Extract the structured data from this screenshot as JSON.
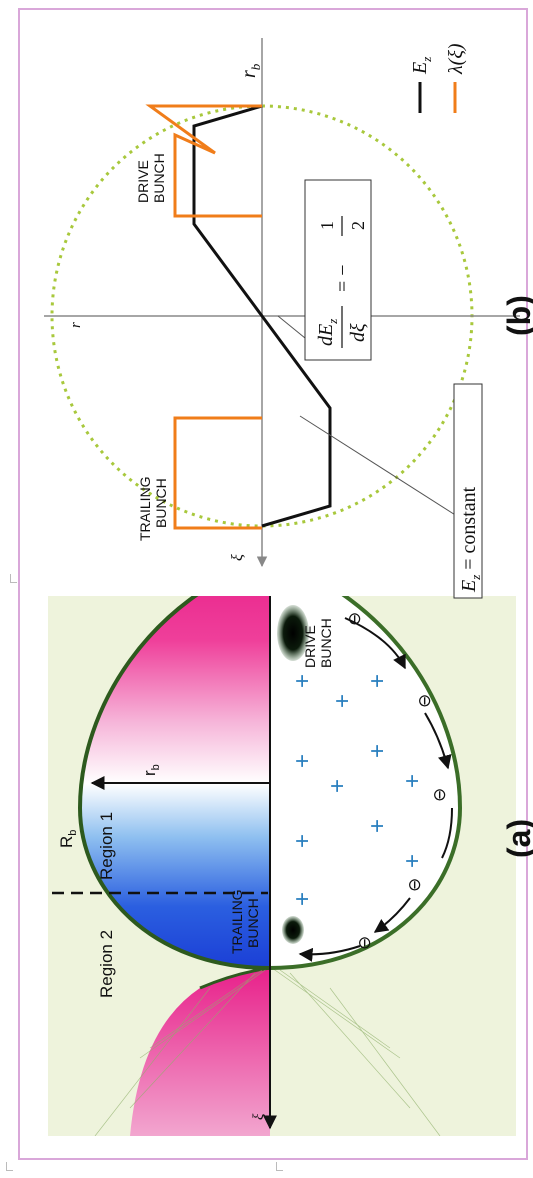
{
  "panel_a": {
    "caption": "(a)",
    "xi_label": "ξ",
    "region1_label": "Region 1",
    "region2_label": "Region 2",
    "rb_label": "r",
    "rb_sub": "b",
    "Rb_label": "R",
    "Rb_sub": "b",
    "trailing_label_1": "TRAILING",
    "trailing_label_2": "BUNCH",
    "drive_label_1": "DRIVE",
    "drive_label_2": "BUNCH",
    "ion_symbol": "+",
    "electron_symbol": "⊖"
  },
  "panel_b": {
    "caption": "(b)",
    "xi_label": "ξ",
    "r_label": "r",
    "rb_label": "r",
    "rb_sub": "b",
    "trailing_label_1": "TRAILING",
    "trailing_label_2": "BUNCH",
    "drive_label_1": "DRIVE",
    "drive_label_2": "BUNCH",
    "const_prefix": "E",
    "const_sub": "z",
    "const_text": " = constant",
    "slope_num_left": "dE",
    "slope_num_sub": "z",
    "slope_den_left": "dξ",
    "slope_eq": "= −",
    "slope_num_right": "1",
    "slope_den_right": "2",
    "legend": [
      {
        "name": "E",
        "sub": "z",
        "color": "#111111"
      },
      {
        "name": "λ(ξ)",
        "sub": "",
        "color": "#f07d1a"
      }
    ]
  },
  "colors": {
    "orange": "#f07d1a",
    "ion_blue": "#2a7fbf",
    "dotted_green": "#a8c83c",
    "border": "#d9a7d9"
  }
}
